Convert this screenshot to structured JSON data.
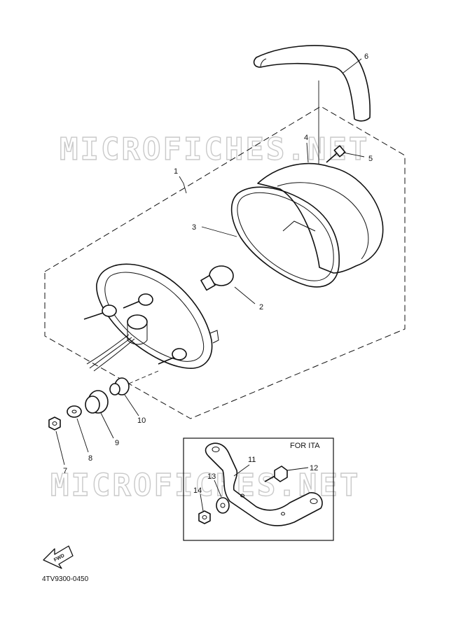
{
  "watermark": "MICROFICHES.NET",
  "inset_label": "FOR ITA",
  "fwd_label": "FWD",
  "drawing_ref": "4TV9300-0450",
  "callouts": [
    "1",
    "2",
    "3",
    "4",
    "5",
    "6",
    "7",
    "8",
    "9",
    "10",
    "11",
    "12",
    "13",
    "14"
  ]
}
